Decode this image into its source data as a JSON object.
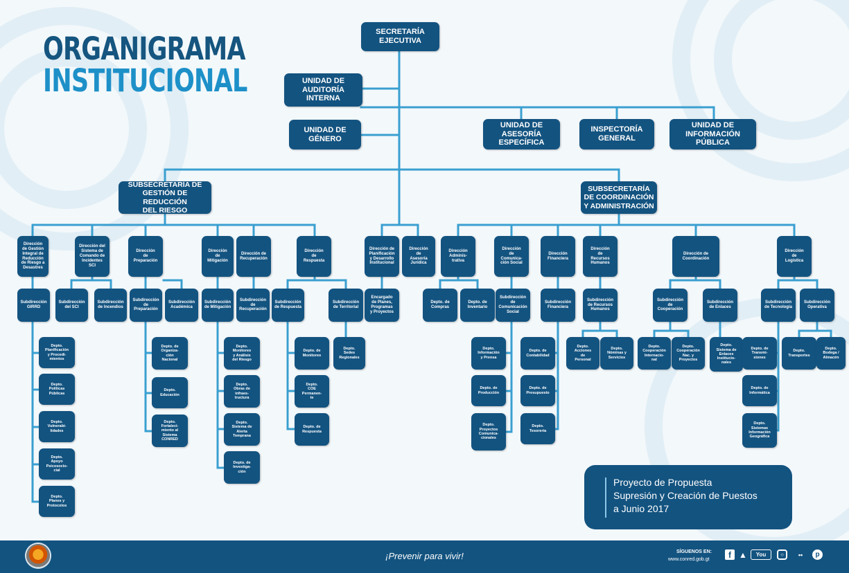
{
  "title": {
    "line1": "ORGANIGRAMA",
    "line2": "INSTITUCIONAL"
  },
  "colors": {
    "box": "#135380",
    "line": "#3a9fd0",
    "title_dark": "#15557f",
    "title_light": "#1e90c8",
    "footer": "#135380"
  },
  "nodes": {
    "secretaria": "SECRETARÍA\nEJECUTIVA",
    "auditoria": "UNIDAD DE\nAUDITORÍA\nINTERNA",
    "genero": "UNIDAD DE\nGÉNERO",
    "asesoria": "UNIDAD DE\nASESORÍA\nESPECÍFICA",
    "inspectoria": "INSPECTORÍA\nGENERAL",
    "informacion": "UNIDAD DE\nINFORMACIÓN\nPÚBLICA",
    "sub_gestion": "SUBSECRETARÍA DE\nGESTIÓN DE REDUCCIÓN\nDEL RIESGO",
    "sub_coord": "SUBSECRETARÍA\nDE COORDINACIÓN\nY ADMINISTRACIÓN",
    "d_gestion": "Dirección\nde Gestión\nIntegral de\nReducción\nde Riesgo a\nDesastres",
    "d_sci": "Dirección del\nSistema de\nComando de\nIncidentes\nSCI",
    "d_prep": "Dirección\nde\nPreparación",
    "d_mitig": "Dirección\nde\nMitigación",
    "d_recup": "Dirección de\nRecuperación",
    "d_resp": "Dirección\nde\nRespuesta",
    "d_planif": "Dirección de\nPlanificación\ny Desarrollo\nInstitucional",
    "d_juridica": "Dirección\nde\nAsesoría\nJurídica",
    "d_admin": "Dirección\nAdminis-\ntrativa",
    "d_comun": "Dirección\nde\nComunica-\nción Social",
    "d_finan": "Dirección\nFinanciera",
    "d_rrhh": "Dirección\nde\nRecursos\nHumanos",
    "d_coord": "Dirección de\nCoordinación",
    "d_logis": "Dirección\nde\nLogística",
    "s_girrd": "Subdirección\nGIRRD",
    "s_sci": "Subdirección\ndel SCI",
    "s_incendios": "Subdirección\nde Incendios",
    "s_prep": "Subdirección\nde\nPreparación",
    "s_acad": "Subdirección\nAcadémica",
    "s_mitig": "Subdirección\nde Mitigación",
    "s_recup": "Subdirección\nde\nRecuperación",
    "s_resp": "Subdirección\nde Respuesta",
    "s_terr": "Subdirección\nde Territorial",
    "e_planes": "Encargado\nde Planes,\nProgramas\ny Proyectos",
    "dp_compras": "Depto. de\nCompras",
    "dp_invent": "Depto. de\nInventario",
    "s_comun": "Subdirección\nde\nComunicación\nSocial",
    "s_finan": "Subdirección\nFinanciera",
    "s_rrhh": "Subdirección\nde Recursos\nHumanos",
    "s_coop": "Subdirección\nde\nCooperación",
    "s_enlaces": "Subdirección\nde Enlaces",
    "s_tecno": "Subdirección\nde Tecnología",
    "s_oper": "Subdirección\nOperativa",
    "dp_planif": "Depto.\nPlanificación\ny Procedi-\nmientos",
    "dp_politicas": "Depto.\nPolíticas\nPúblicas",
    "dp_vulner": "Depto.\nVulnerabi-\nlidades",
    "dp_apoyo": "Depto.\nApoyo\nPsicosocio-\ncial",
    "dp_planes": "Depto.\nPlanes y\nProtocolos",
    "dp_organiz": "Depto. de\nOrganiza-\nción\nNacional",
    "dp_educ": "Depto.\nEducación",
    "dp_fortal": "Depto.\nFortaleci-\nmiento al\nSistema\nCONRED",
    "dp_monit_riesgo": "Depto.\nMonitoreo\ny Análisis\ndel Riesgo",
    "dp_obras": "Depto.\nObras de\ninfraes-\ntructura",
    "dp_alerta": "Depto.\nSistema de\nAlerta\nTemprana",
    "dp_invest": "Depto. de\nInvestiga-\nción",
    "dp_monit": "Depto. de\nMonitoreo",
    "dp_coe": "Depto.\nCOE\nPermanen-\nte",
    "dp_resp": "Depto. de\nRespuesta",
    "dp_sedes": "Depto.\nSedes\nRegionales",
    "dp_prensa": "Depto.\nInformación\ny Prensa",
    "dp_produc": "Depto. de\nProducción",
    "dp_proyectos": "Depto.\nProyectos\nComunica-\ncionales",
    "dp_contab": "Depto. de\nContabilidad",
    "dp_presup": "Depto. de\nPresupuesto",
    "dp_tesor": "Depto.\nTesorería",
    "dp_acciones": "Depto.\nAcciones\nde\nPersonal",
    "dp_nominas": "Depto.\nNóminas y\nServicios",
    "dp_coop_int": "Depto.\nCooperación\nInternacio-\nnal",
    "dp_coop_nac": "Depto.\nCooperación\nNac. y\nProyectos",
    "dp_enlaces": "Depto.\nSistema de\nEnlaces\nInstitucio-\nnales",
    "dp_transm": "Depto. de\nTransmi-\nsiones",
    "dp_informat": "Depto. de\nInformática",
    "dp_sig": "Depto.\nSistemas\nInformación\nGeográfica",
    "dp_transp": "Depto.\nTransportes",
    "dp_bodega": "Depto.\nBodega /\nAlmacén"
  },
  "note": "Proyecto de Propuesta\nSupresión y Creación de Puestos\na Junio 2017",
  "footer": {
    "slogan": "¡Prevenir para vivir!",
    "follow_label": "SÍGUENOS EN:",
    "website": "www.conred.gob.gt",
    "social": [
      "f",
      "t",
      "YouTube",
      "instagram",
      "flickr",
      "pinterest"
    ]
  }
}
